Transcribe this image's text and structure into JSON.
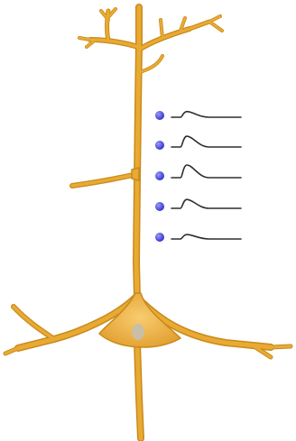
{
  "colors": {
    "background": "#ffffff",
    "neuron_fill": "#e9aa33",
    "neuron_outline": "#c98a1c",
    "neuron_highlight": "#f6cb6e",
    "nucleus": "#c9bfa6",
    "synapse": "#3a3ad2",
    "synapse_highlight": "#8a8af0",
    "trace": "#2e2e2e"
  },
  "icons": {
    "neuron": "pyramidal-neuron",
    "synapse": "synapse-dot",
    "trace": "epsp-trace"
  },
  "synapse_count": 5,
  "trace_amplitudes": [
    0.45,
    0.85,
    1.0,
    0.7,
    0.35
  ]
}
